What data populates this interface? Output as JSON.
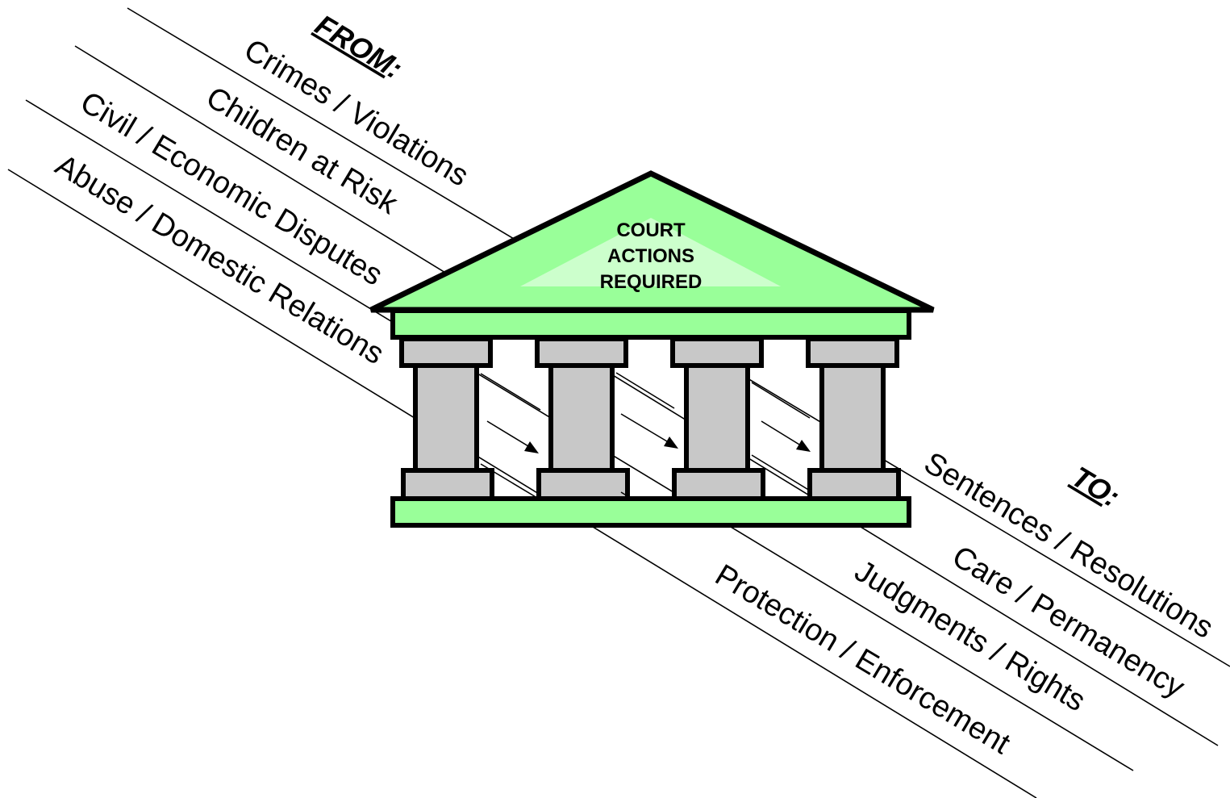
{
  "colors": {
    "roof_fill": "#99ff99",
    "roof_highlight": "#ccffcc",
    "entablature_fill": "#99ff99",
    "column_fill": "#c8c8c8",
    "outline": "#000000"
  },
  "from": {
    "heading_main": "FROM",
    "heading_suffix": ":",
    "items": [
      "Crimes / Violations",
      "Children at Risk",
      "Civil / Economic Disputes",
      "Abuse / Domestic Relations"
    ]
  },
  "building": {
    "title_lines": [
      "COURT",
      "ACTIONS",
      "REQUIRED"
    ],
    "column_count": 4
  },
  "to": {
    "heading_main": "TO",
    "heading_suffix": ":",
    "items": [
      "Sentences / Resolutions",
      "Care / Permanency",
      "Judgments / Rights",
      "Protection / Enforcement"
    ]
  },
  "icons": {
    "flow_arrow": "arrow-right-down-icon",
    "building": "courthouse-icon"
  }
}
